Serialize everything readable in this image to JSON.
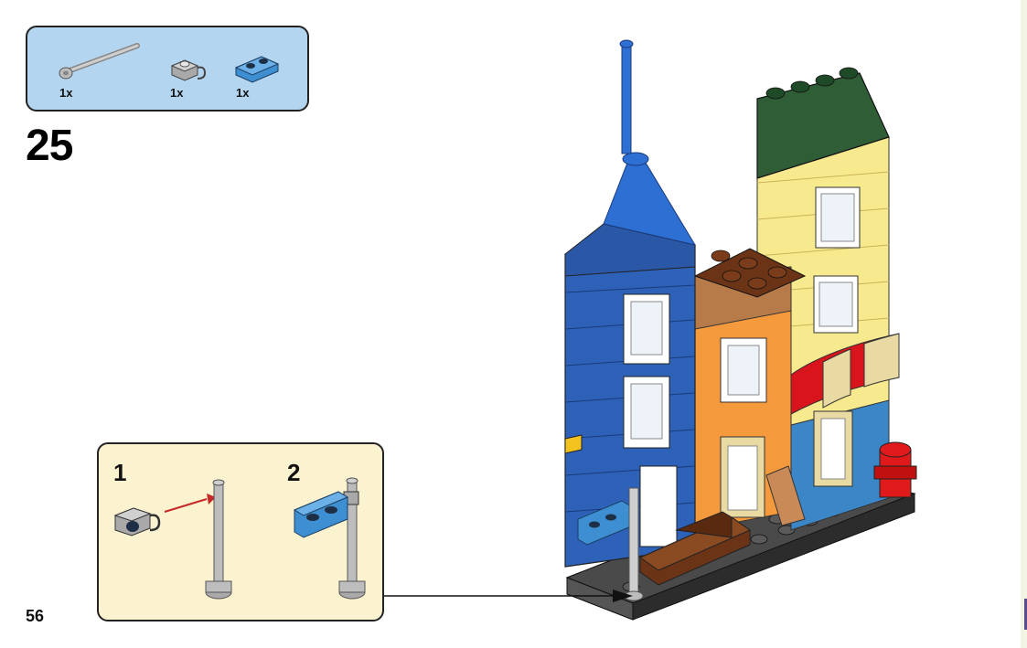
{
  "parts_list": {
    "items": [
      {
        "name": "antenna-bar",
        "qty": "1x"
      },
      {
        "name": "clip-plate",
        "qty": "1x"
      },
      {
        "name": "blue-plate-1x2",
        "qty": "1x"
      }
    ]
  },
  "step": {
    "number": "25"
  },
  "substeps": [
    {
      "number": "1"
    },
    {
      "number": "2"
    }
  ],
  "page": {
    "number": "56"
  },
  "colors": {
    "parts_bg": "#b3d5f0",
    "substep_bg": "#fbf2cf",
    "blue_building": "#2d62b8",
    "spire": "#2e6fd4",
    "yellow_building": "#f7e98d",
    "orange_building": "#f59a3c",
    "roof_green": "#2f5e36",
    "awning_red": "#d8141c",
    "bench_brown": "#6b3417",
    "base_gray": "#3f3f3f",
    "hydrant_red": "#e01a1a"
  }
}
